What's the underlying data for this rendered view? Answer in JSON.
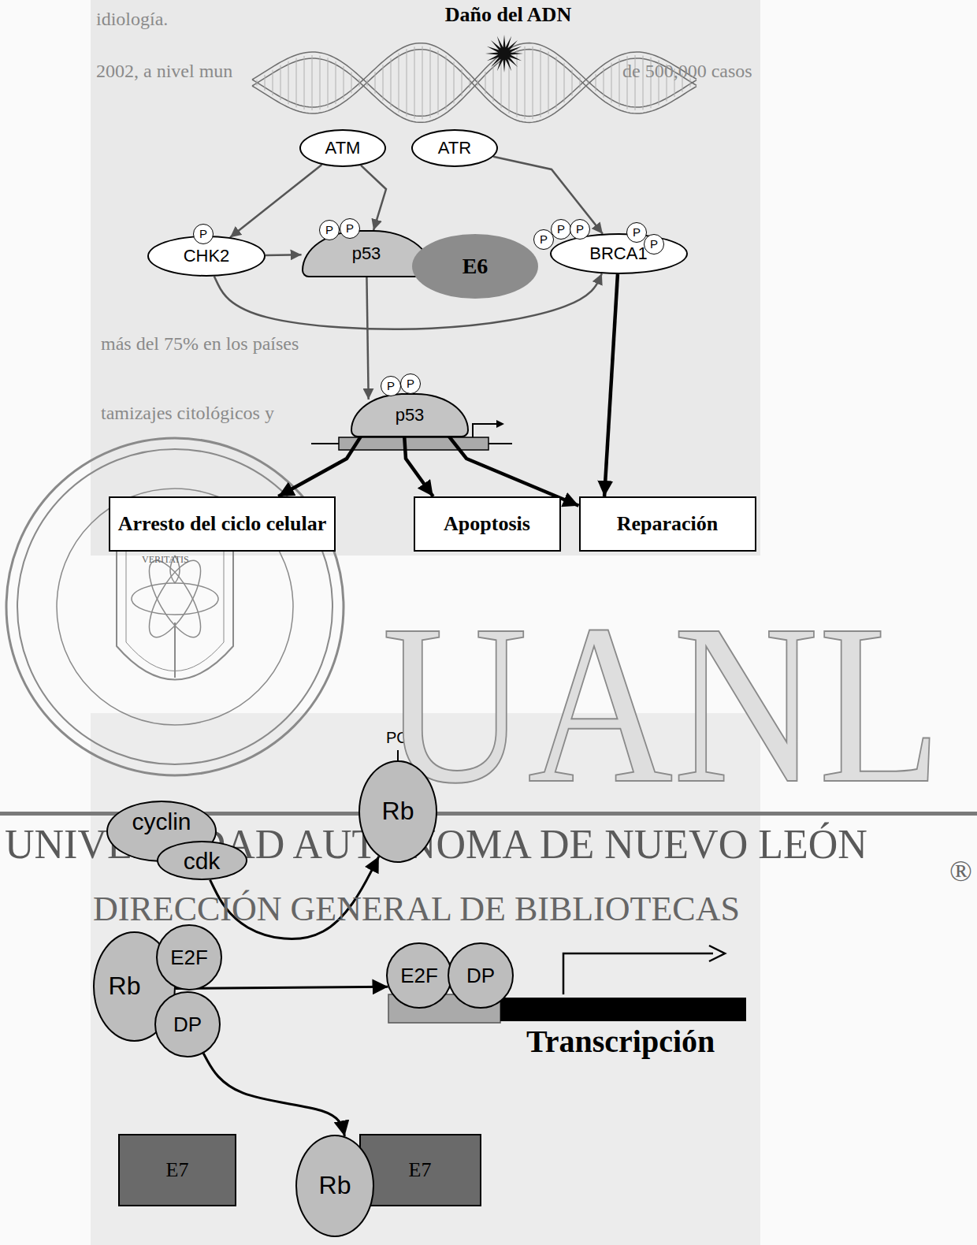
{
  "diagram": {
    "title": "Daño del ADN",
    "nodes": [
      {
        "text": [
          "ATM"
        ]
      },
      {
        "text": [
          "ATR"
        ]
      },
      {
        "text": [
          "CHK2"
        ]
      },
      {
        "text": [
          "P"
        ],
        "in": 2
      },
      {
        "text": [
          "p53"
        ]
      },
      {
        "text": [
          "P"
        ],
        "in": 4
      },
      {
        "text": [
          "P"
        ],
        "in": 4
      },
      {
        "text": [
          "E6"
        ]
      },
      {
        "text": [
          "BRCA1"
        ]
      },
      {
        "text": [
          "P"
        ],
        "in": 8
      },
      {
        "text": [
          "P"
        ],
        "in": 8
      },
      {
        "text": [
          "P"
        ],
        "in": 8
      },
      {
        "text": [
          "P"
        ],
        "in": 8
      },
      {
        "text": [
          "P"
        ],
        "in": 8
      },
      {
        "text": [
          "p53"
        ]
      },
      {
        "text": [
          "P"
        ],
        "in": 14
      },
      {
        "text": [
          "P"
        ],
        "in": 14
      },
      {
        "text": [
          "Arresto del ciclo celular"
        ]
      },
      {
        "text": [
          "Apoptosis"
        ]
      },
      {
        "text": [
          "Reparación"
        ]
      },
      {
        "text": [
          "cyclin"
        ]
      },
      {
        "text": [
          "cdk"
        ]
      },
      {
        "text": [
          "Rb"
        ]
      },
      {
        "text": [
          "Rb"
        ]
      },
      {
        "text": [
          "E2F"
        ]
      },
      {
        "text": [
          "DP"
        ]
      },
      {
        "text": [
          "E2F"
        ]
      },
      {
        "text": [
          "DP"
        ]
      },
      {
        "text": [
          "E7"
        ]
      },
      {
        "text": [
          "Rb"
        ]
      },
      {
        "text": [
          "E7"
        ]
      }
    ],
    "edges": [
      {
        "from": 0,
        "to": 2,
        "arrow": "to"
      },
      {
        "from": 0,
        "to": 4,
        "arrow": "to"
      },
      {
        "from": 1,
        "to": 8,
        "arrow": "to"
      },
      {
        "from": 2,
        "to": 4,
        "arrow": "to"
      },
      {
        "from": 2,
        "to": 8,
        "arrow": "to"
      },
      {
        "from": 4,
        "to": 14,
        "arrow": "to"
      },
      {
        "from": 14,
        "to": 17,
        "arrow": "to"
      },
      {
        "from": 14,
        "to": 18,
        "arrow": "to"
      },
      {
        "from": 14,
        "to": 19,
        "arrow": "to"
      },
      {
        "from": 8,
        "to": 19,
        "arrow": "to"
      },
      {
        "from": 21,
        "to": 22,
        "arrow": "to"
      },
      {
        "from": 23,
        "to": 26,
        "arrow": "to"
      },
      {
        "from": 25,
        "to": 29,
        "arrow": "to"
      }
    ],
    "labels": [
      "idiología.",
      "2002, a nivel mun",
      "de 500,000 casos",
      "más del 75% en los países",
      "tamizajes citológicos y",
      "PO₄",
      "Transcripción",
      "UANL",
      "UNIVERSIDAD AUTÓNOMA DE NUEVO LEÓN",
      "®",
      "DIRECCIÓN GENERAL DE BIBLIOTECAS",
      "VERITATIS"
    ]
  }
}
